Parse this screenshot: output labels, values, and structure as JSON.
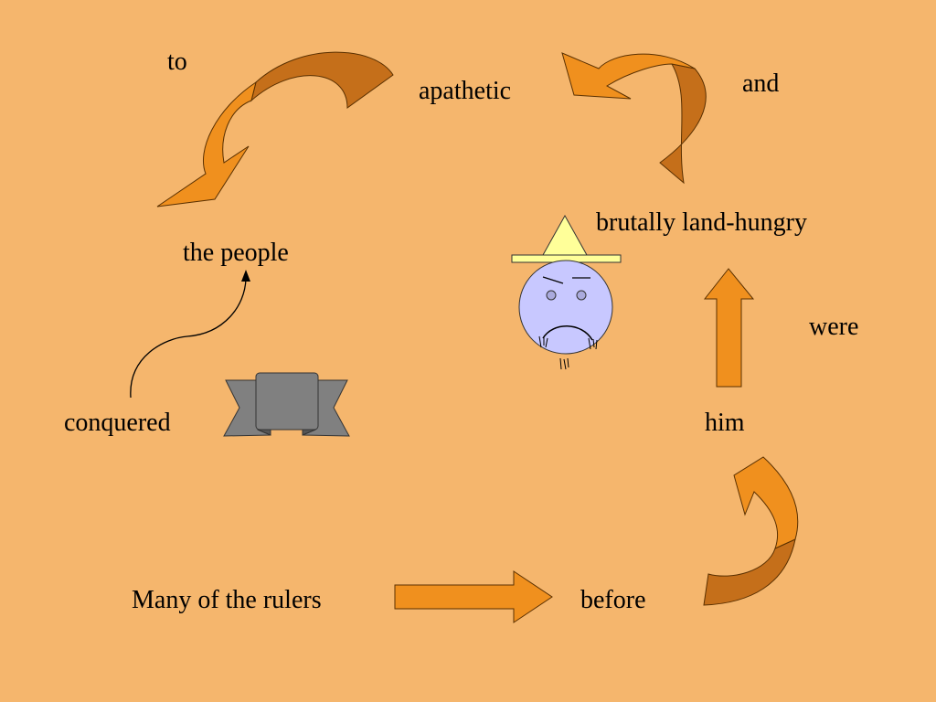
{
  "slide": {
    "background_color": "#F5B66D",
    "arrow_light_color": "#F0901E",
    "arrow_dark_color": "#C56F1A",
    "banner_color": "#808080",
    "face_color": "#C8C8FF",
    "hat_color": "#FFFF99"
  },
  "words": {
    "to": "to",
    "apathetic": "apathetic",
    "and": "and",
    "brutally": "brutally land-hungry",
    "people": "the people",
    "were": "were",
    "conquered": "conquered",
    "him": "him",
    "rulers": "Many of the rulers",
    "before": "before"
  },
  "icons": {
    "banner": "scroll-banner-icon",
    "ruler_face": "frowning-face-icon",
    "hat": "pointed-hat-icon"
  }
}
